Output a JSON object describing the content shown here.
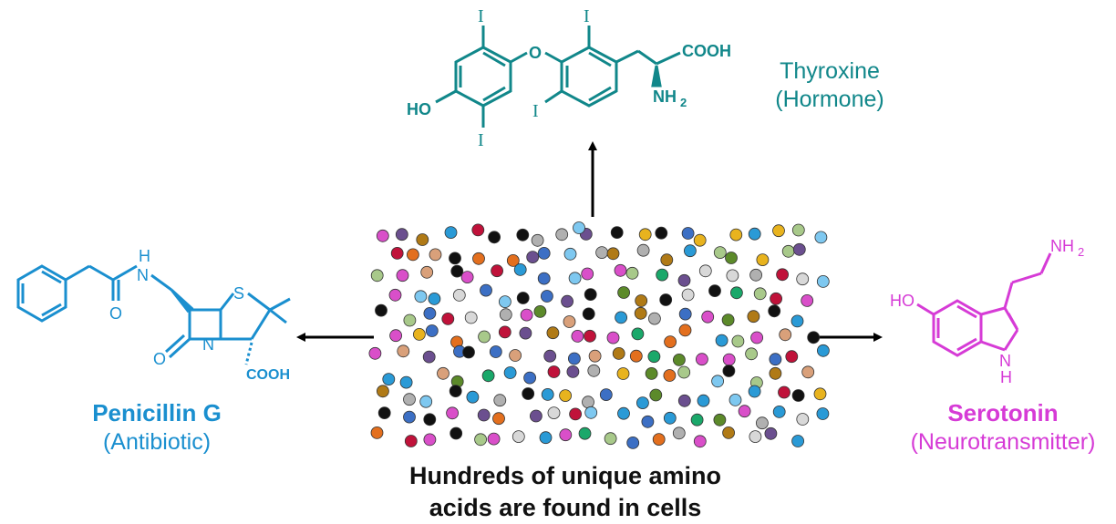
{
  "molecules": {
    "thyroxine": {
      "name": "Thyroxine",
      "category": "(Hormone)",
      "atoms": {
        "i1": "I",
        "i2": "I",
        "i3": "I",
        "i4": "I",
        "o": "O",
        "ho": "HO",
        "cooh": "COOH",
        "nh2": "NH",
        "nh2_sub": "2",
        "color": "#11878a"
      }
    },
    "penicillin": {
      "name": "Penicillin G",
      "category": "(Antibiotic)",
      "atoms": {
        "h": "H",
        "n1": "N",
        "o1": "O",
        "o2": "O",
        "n2": "N",
        "s": "S",
        "cooh": "COOH",
        "color": "#1a8fcf"
      }
    },
    "serotonin": {
      "name": "Serotonin",
      "category": "(Neurotransmitter)",
      "atoms": {
        "nh2": "NH",
        "nh2_sub": "2",
        "ho": "HO",
        "n": "N",
        "h": "H",
        "color": "#d63bd6"
      }
    }
  },
  "caption": {
    "line1": "Hundreds of unique amino",
    "line2": "acids are found in cells"
  },
  "dot_palette": [
    "#a8c98a",
    "#d94fc9",
    "#111111",
    "#e8b31e",
    "#d9a07a",
    "#3c6fc4",
    "#1aa86a",
    "#c0123a",
    "#6b4f8f",
    "#b07a16",
    "#7ec8f0",
    "#5c8a2a",
    "#2a9ad6",
    "#e36f1e",
    "#d8d8d8",
    "#b0b0b0"
  ]
}
